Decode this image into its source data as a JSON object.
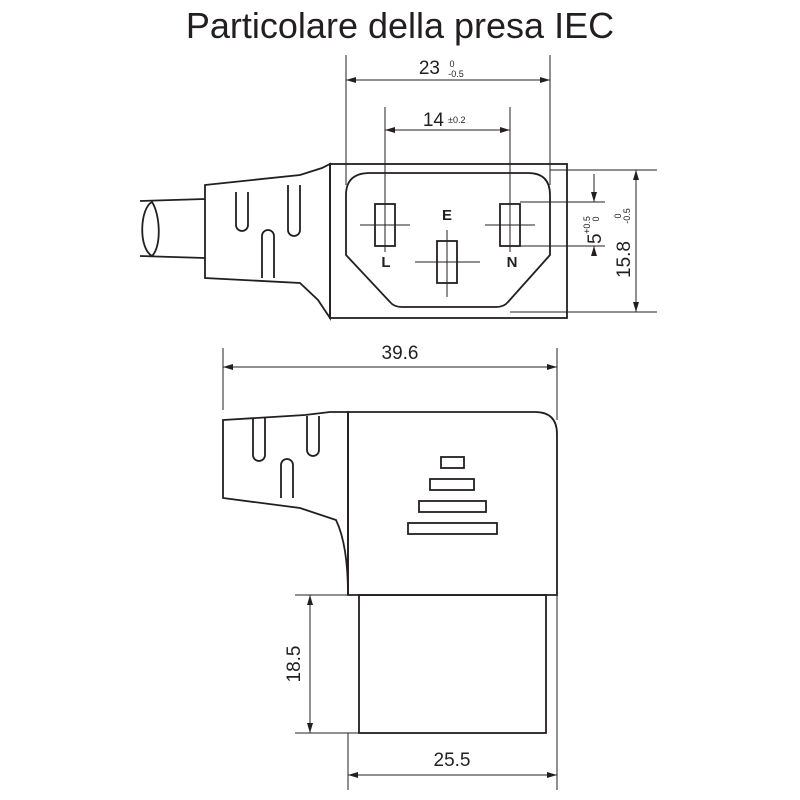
{
  "title": "Particolare della presa IEC",
  "dimensions": {
    "width_23": {
      "value": "23",
      "tol_upper": "0",
      "tol_lower": "-0.5"
    },
    "pin_spacing_14": {
      "value": "14",
      "tol": "±0.2"
    },
    "pin_offset_5": {
      "value": "5",
      "tol_upper": "+0.5",
      "tol_lower": "0"
    },
    "height_15_8": {
      "value": "15.8",
      "tol_upper": "0",
      "tol_lower": "-0.5"
    },
    "length_39_6": {
      "value": "39.6"
    },
    "height_18_5": {
      "value": "18.5"
    },
    "width_25_5": {
      "value": "25.5"
    }
  },
  "pins": {
    "earth": "E",
    "line": "L",
    "neutral": "N"
  },
  "colors": {
    "ink": "#231f20",
    "background": "#ffffff"
  }
}
